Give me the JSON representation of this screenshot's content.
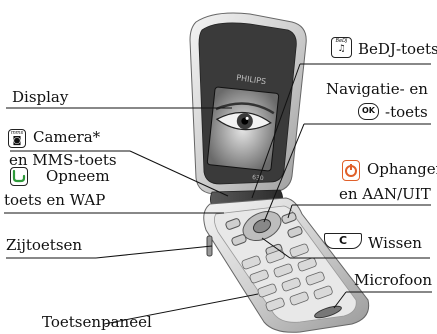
{
  "labels": {
    "display": "Display",
    "camera_line1": "Camera*",
    "camera_line2": "en MMS-toets",
    "answer_line1": "Opneem",
    "answer_line2": "toets en WAP",
    "side_keys": "Zijtoetsen",
    "keypad": "Toetsenpaneel",
    "bedj": "BeDJ-toets",
    "nav_line1": "Navigatie- en",
    "nav_line2": "-toets",
    "hangup_line1": "Ophangen",
    "hangup_line2": "en AAN/UIT",
    "clear": "Wissen",
    "microphone": "Microfoon"
  },
  "icons": {
    "camera_key_text": "mms",
    "bedj_key_text": "BeDJ",
    "ok_key_text": "OK",
    "clear_key_text": "C"
  },
  "phone_brand": "PHILIPS",
  "phone_model": "630",
  "colors": {
    "answer_green": "#2e9a3a",
    "hangup_orange": "#e0602a",
    "line": "#111111"
  }
}
